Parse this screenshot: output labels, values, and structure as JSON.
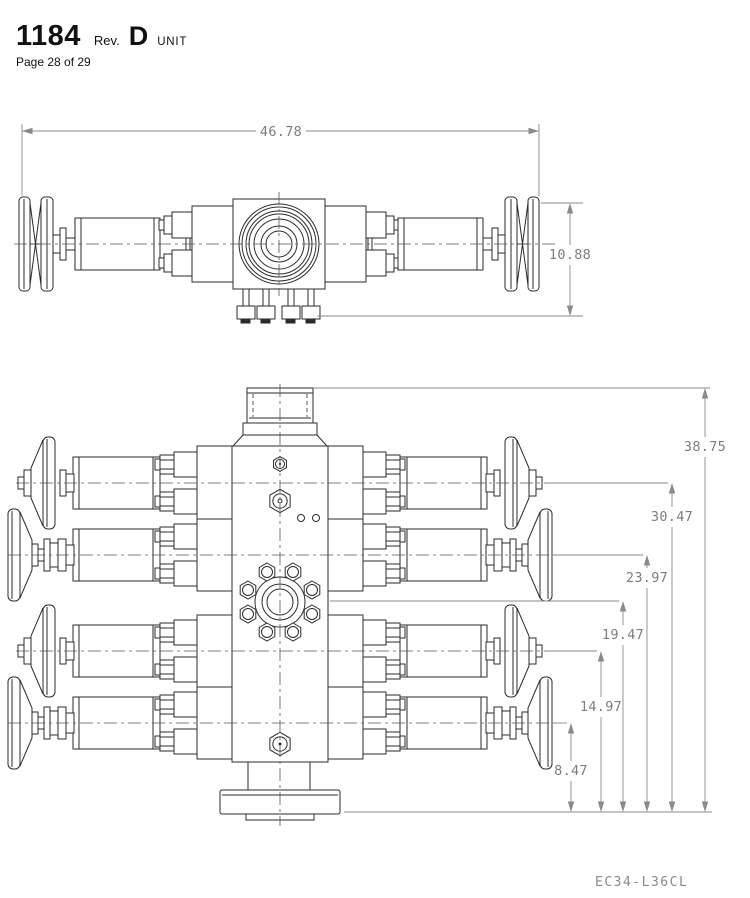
{
  "title_block": {
    "document_number": "1184",
    "revision_label": "Rev.",
    "revision": "D",
    "unit_label": "UNIT",
    "page_info": "Page 28 of 29"
  },
  "plan_view": {
    "width_dim": "46.78",
    "height_dim": "10.88"
  },
  "front_view": {
    "overall_height_dim": "38.75",
    "valve_row1_dim": "30.47",
    "valve_row2_dim": "23.97",
    "side_outlet_dim": "19.47",
    "valve_row3_dim": "14.97",
    "valve_row4_dim": "8.47"
  },
  "footer": {
    "part_code": "EC34-L36CL"
  },
  "colors": {
    "line": "#2b2b2b",
    "dimension": "#8a8a8a"
  }
}
